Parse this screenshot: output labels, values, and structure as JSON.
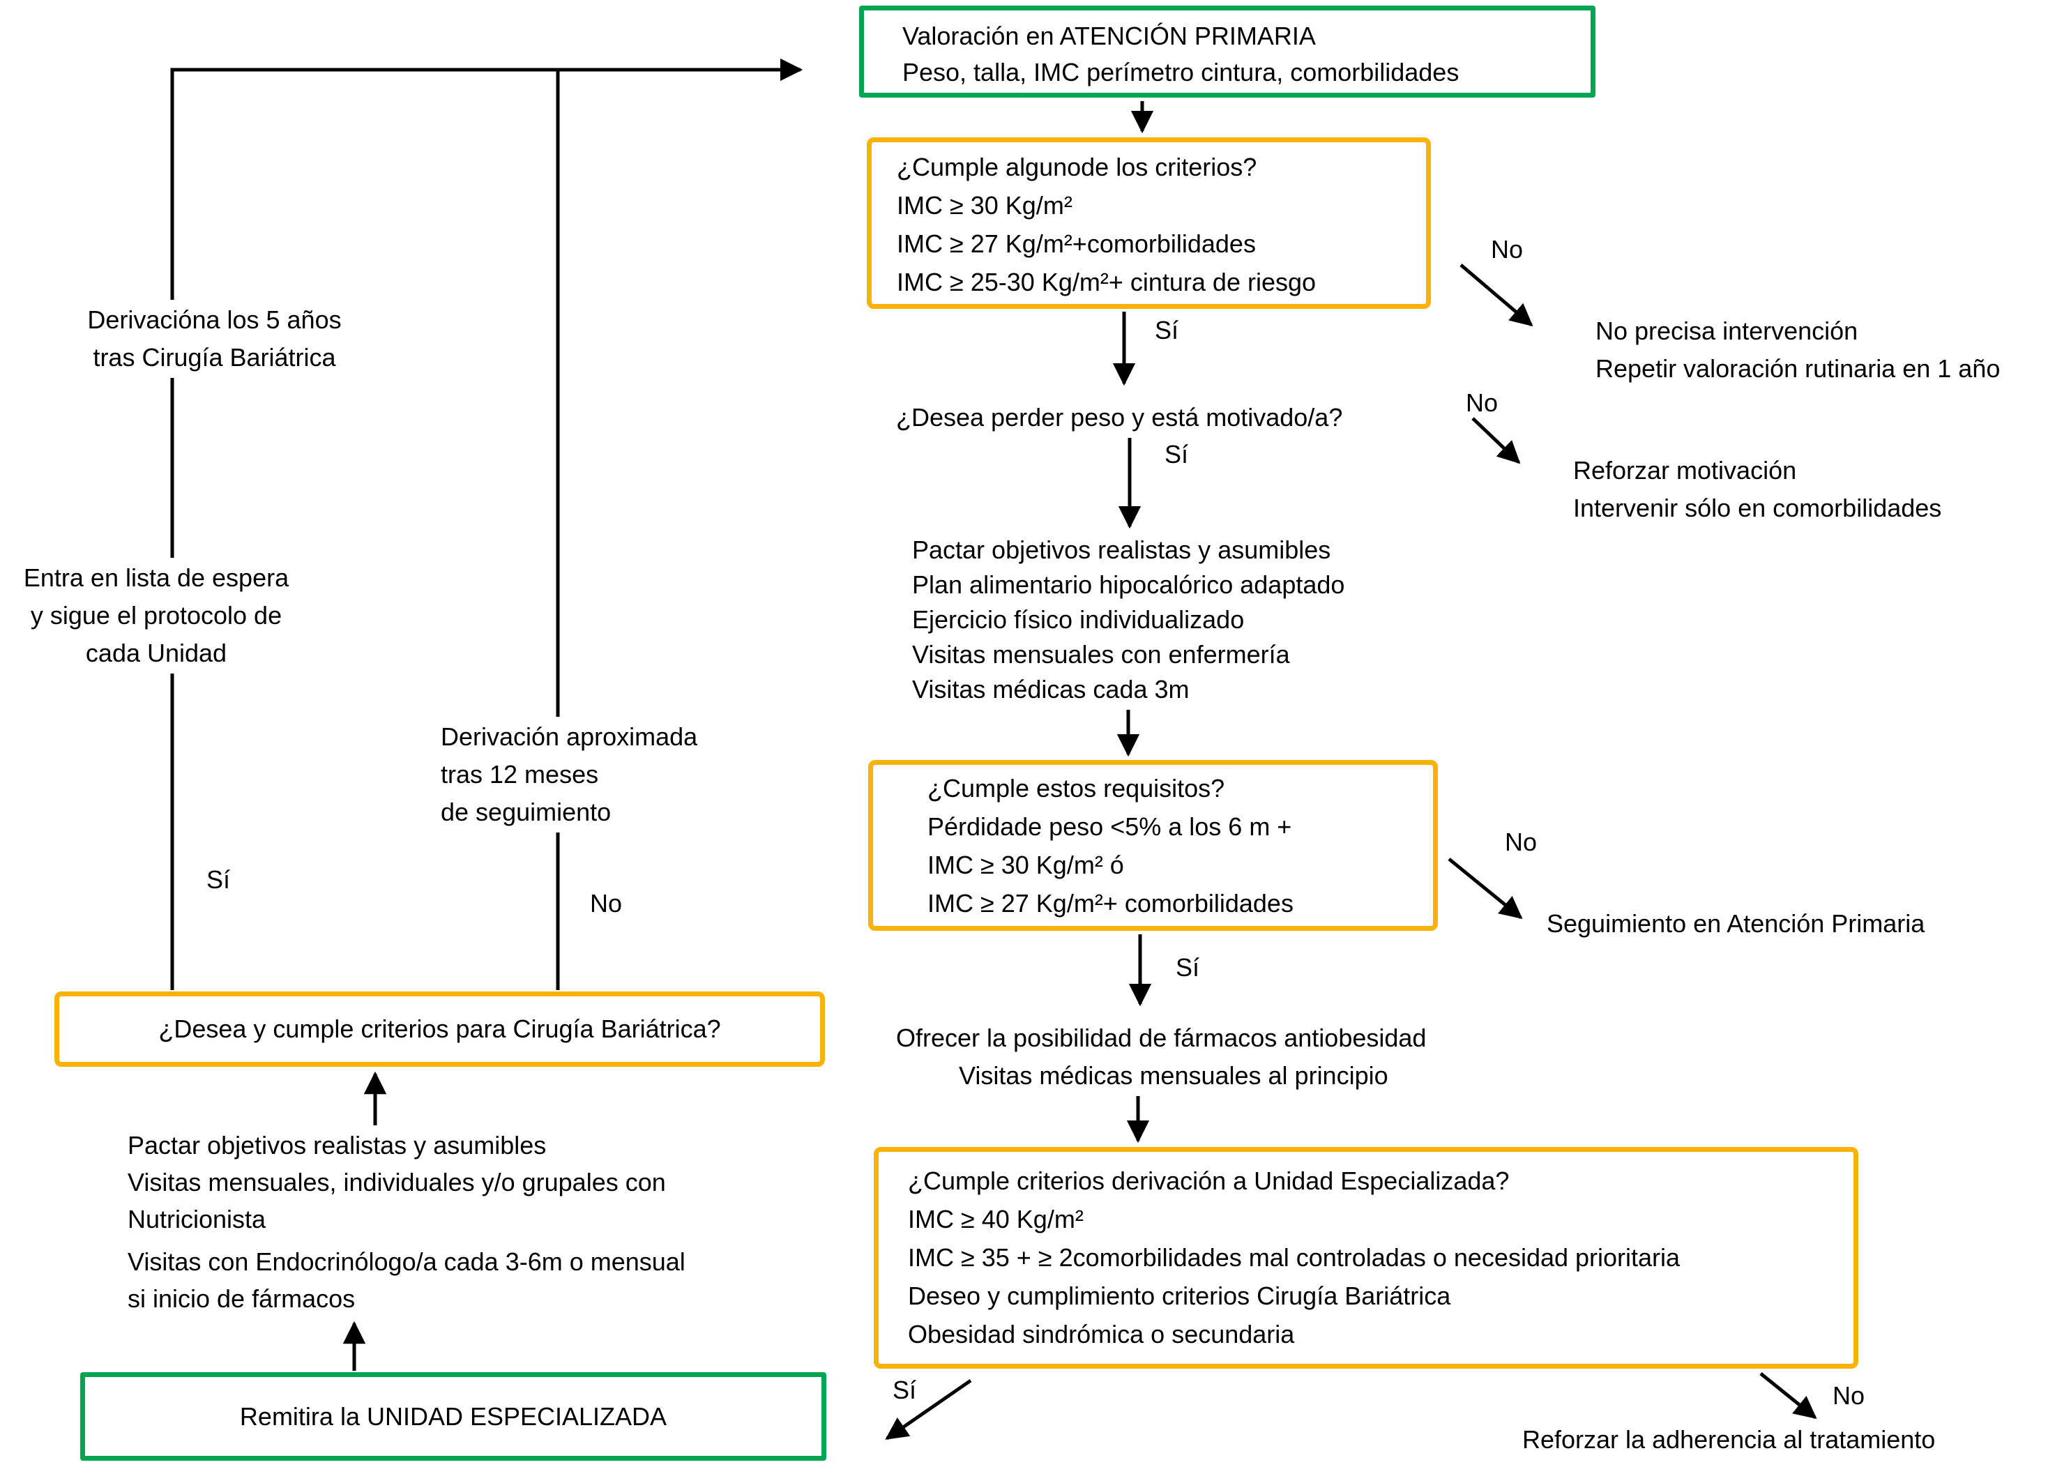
{
  "colors": {
    "green": "#00A651",
    "yellow": "#F9B208",
    "line": "#000000",
    "background": "#FFFFFF",
    "text": "#000000"
  },
  "labels": {
    "si": "Sí",
    "no": "No"
  },
  "valoracion": {
    "lines": [
      "Valoración en ATENCIÓN PRIMARIA",
      "Peso, talla, IMC perímetro cintura, comorbilidades"
    ]
  },
  "criterios": {
    "lines": [
      "¿Cumple algunode los criterios?",
      "IMC ≥ 30 Kg/m²",
      "IMC ≥ 27 Kg/m²+comorbilidades",
      "IMC ≥ 25-30 Kg/m²+ cintura de riesgo"
    ]
  },
  "no_precisa": {
    "lines": [
      "No precisa intervención",
      "Repetir valoración rutinaria en 1 año"
    ]
  },
  "desea_perder": "¿Desea perder peso  y está motivado/a?",
  "reforzar_motivacion": {
    "lines": [
      "Reforzar motivación",
      "Intervenir sólo en comorbilidades"
    ]
  },
  "tratamiento": {
    "lines": [
      "Pactar objetivos realistas y asumibles",
      "Plan alimentario hipocalórico adaptado",
      "Ejercicio físico individualizado",
      "Visitas mensuales con enfermería",
      "Visitas médicas cada 3m"
    ]
  },
  "requisitos": {
    "lines": [
      "¿Cumple estos requisitos?",
      "Pérdidade peso <5% a los 6 m +",
      "IMC ≥ 30 Kg/m² ó",
      "IMC ≥ 27 Kg/m²+ comorbilidades"
    ]
  },
  "seguimiento_ap": "Seguimiento en Atención Primaria",
  "ofrecer": {
    "lines": [
      "Ofrecer la posibilidad de fármacos antiobesidad",
      "Visitas médicas mensuales al principio"
    ]
  },
  "derivacion_ue": {
    "lines": [
      "¿Cumple criterios derivación a Unidad Especializada?",
      "IMC ≥ 40 Kg/m²",
      "IMC ≥ 35 + ≥ 2comorbilidades mal controladas o necesidad prioritaria",
      "Deseo y cumplimiento criterios Cirugía Bariátrica",
      "Obesidad sindrómica o secundaria"
    ]
  },
  "reforzar_adherencia": "Reforzar la adherencia al tratamiento",
  "derivacion_5": {
    "lines": [
      "Derivacióna los 5 años",
      "tras Cirugía Bariátrica"
    ]
  },
  "lista_espera": {
    "lines": [
      "Entra en lista de espera",
      "y sigue el protocolo de",
      "cada Unidad"
    ]
  },
  "derivacion_12": {
    "lines": [
      "Derivación aproximada",
      "tras 12 meses",
      "de seguimiento"
    ]
  },
  "cirugia_criterios": "¿Desea y cumple criterios para Cirugía Bariátrica?",
  "objetivos": {
    "lines": [
      "Pactar objetivos realistas y asumibles",
      "Visitas mensuales, individuales y/o grupales con",
      "Nutricionista",
      "Visitas con Endocrinólogo/a cada 3-6m o mensual",
      "si inicio de fármacos"
    ]
  },
  "remitir": "Remitira la UNIDAD ESPECIALIZADA"
}
